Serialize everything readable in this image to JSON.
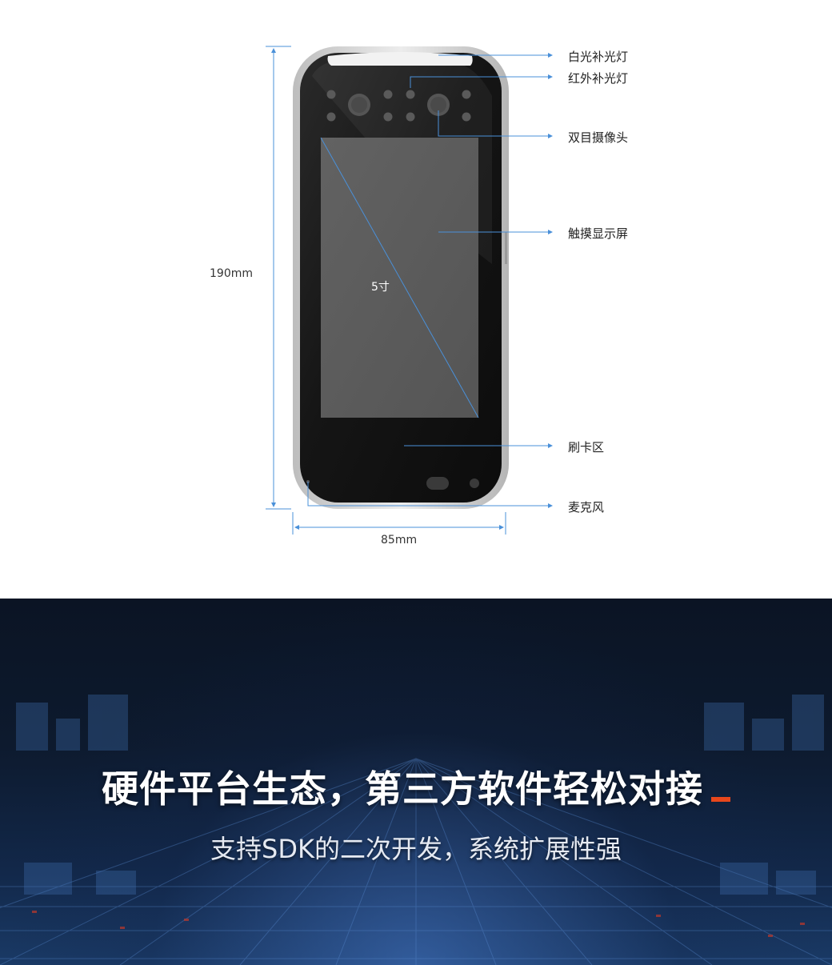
{
  "diagram": {
    "callouts": [
      {
        "id": "white-light",
        "label": "白光补光灯"
      },
      {
        "id": "ir-light",
        "label": "红外补光灯"
      },
      {
        "id": "dual-camera",
        "label": "双目摄像头"
      },
      {
        "id": "touch-screen",
        "label": "触摸显示屏"
      },
      {
        "id": "card-area",
        "label": "刷卡区"
      },
      {
        "id": "microphone",
        "label": "麦克风"
      }
    ],
    "height_dim": "190mm",
    "width_dim": "85mm",
    "screen_size": "5寸"
  },
  "banner": {
    "headline": "硬件平台生态，第三方软件轻松对接",
    "subline": "支持SDK的二次开发，系统扩展性强",
    "accent_color": "#e8471c"
  },
  "colors": {
    "leader_line": "#4a90d9",
    "device_body": "#1c1c1c",
    "device_frame": "#c9c9c9",
    "screen": "#5a5a5a"
  }
}
